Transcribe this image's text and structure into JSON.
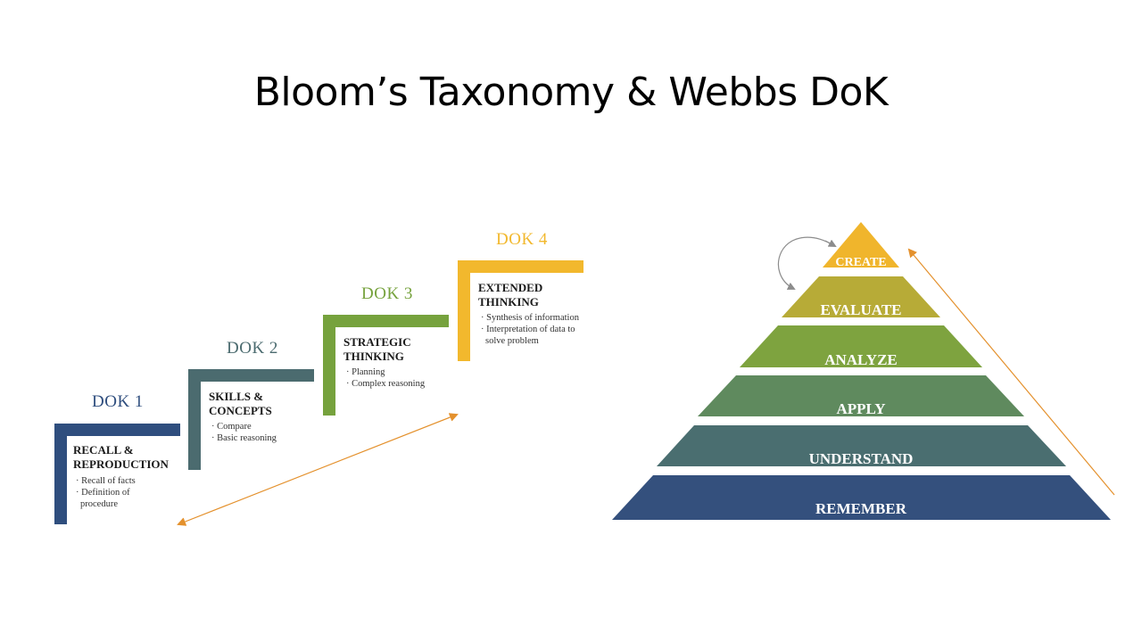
{
  "title": "Bloom’s Taxonomy & Webbs DoK",
  "dok_steps": [
    {
      "label": "DOK 1",
      "heading": "RECALL & REPRODUCTION",
      "points": [
        "Recall of facts",
        "Definition of procedure"
      ],
      "color": "#2f4e7e"
    },
    {
      "label": "DOK 2",
      "heading": "SKILLS & CONCEPTS",
      "points": [
        "Compare",
        "Basic reasoning"
      ],
      "color": "#4b6b6f"
    },
    {
      "label": "DOK 3",
      "heading": "STRATEGIC THINKING",
      "points": [
        "Planning",
        "Complex reasoning"
      ],
      "color": "#76a23d"
    },
    {
      "label": "DOK 4",
      "heading": "EXTENDED THINKING",
      "points": [
        "Synthesis of information",
        "Interpretation of data to solve problem"
      ],
      "color": "#f2b82d"
    }
  ],
  "pyramid": [
    {
      "label": "CREATE",
      "color": "#f0b52c"
    },
    {
      "label": "EVALUATE",
      "color": "#b7ab37"
    },
    {
      "label": "ANALYZE",
      "color": "#7ea33f"
    },
    {
      "label": "APPLY",
      "color": "#5f8a5e"
    },
    {
      "label": "UNDERSTAND",
      "color": "#4a6e70"
    },
    {
      "label": "REMEMBER",
      "color": "#34507d"
    }
  ],
  "arrow_color": "#e4912d",
  "loop_arrow_color": "#8c8c8c"
}
